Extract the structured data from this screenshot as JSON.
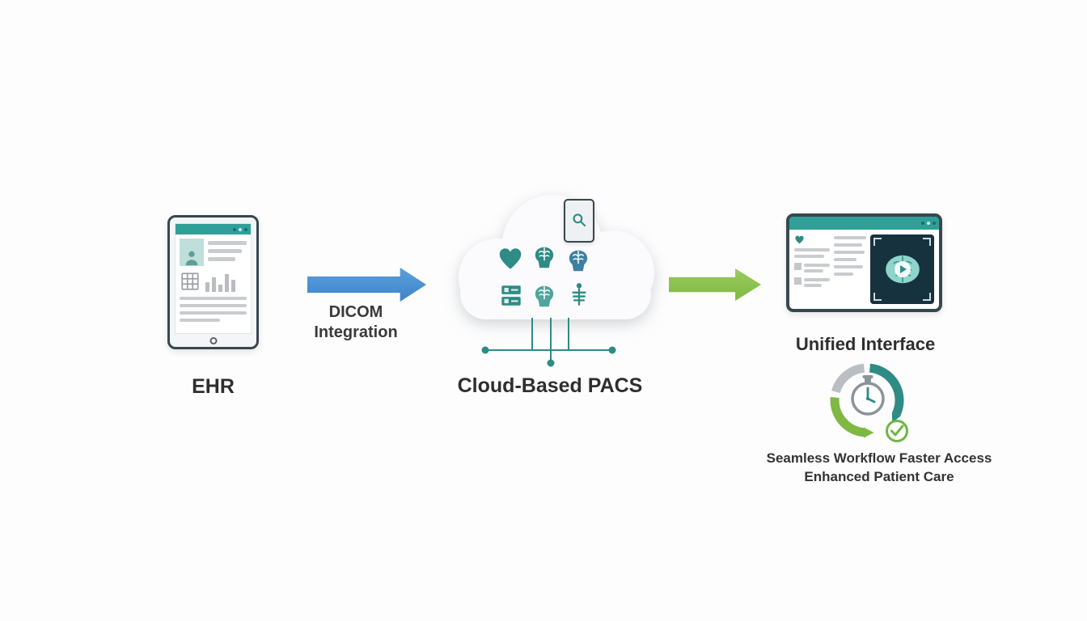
{
  "diagram": {
    "ehr": {
      "label": "EHR"
    },
    "dicom": {
      "line1": "DICOM",
      "line2": "Integration"
    },
    "pacs": {
      "label": "Cloud-Based PACS"
    },
    "unified": {
      "label": "Unified Interface"
    },
    "benefits": {
      "line1": "Seamless Workflow Faster Access",
      "line2": "Enhanced Patient Care"
    }
  },
  "icons": {
    "cloud_grid": [
      "heart-icon",
      "brain-icon",
      "brain-icon",
      "medical-records-icon",
      "brain-icon",
      "skeleton-icon"
    ],
    "cloud_device": "magnifier-device-icon",
    "ehr_screen": [
      "avatar-icon",
      "table-icon",
      "bar-chart-icon"
    ],
    "unified_screen": [
      "heart-icon",
      "brain-scan-icon",
      "play-icon",
      "frame-brackets-icon"
    ],
    "workflow": [
      "cycle-arrows-icon",
      "stopwatch-icon",
      "checkmark-icon"
    ],
    "arrows": [
      "right-arrow-blue",
      "right-arrow-green"
    ]
  },
  "colors": {
    "teal": "#2E8B86",
    "teal_header": "#2FA098",
    "teal_light": "#BFDFDB",
    "blue": "#5B9FDD",
    "blue_dark": "#3F84C9",
    "green": "#9BCB5E",
    "green_dark": "#7FB843",
    "gray_element": "#C9CCCF",
    "gray_arc": "#B9BFC3",
    "text_dark": "#2E2E2E",
    "tablet_frame": "#37474F",
    "viewer_bg": "#16323F",
    "check_green": "#6FB644"
  }
}
